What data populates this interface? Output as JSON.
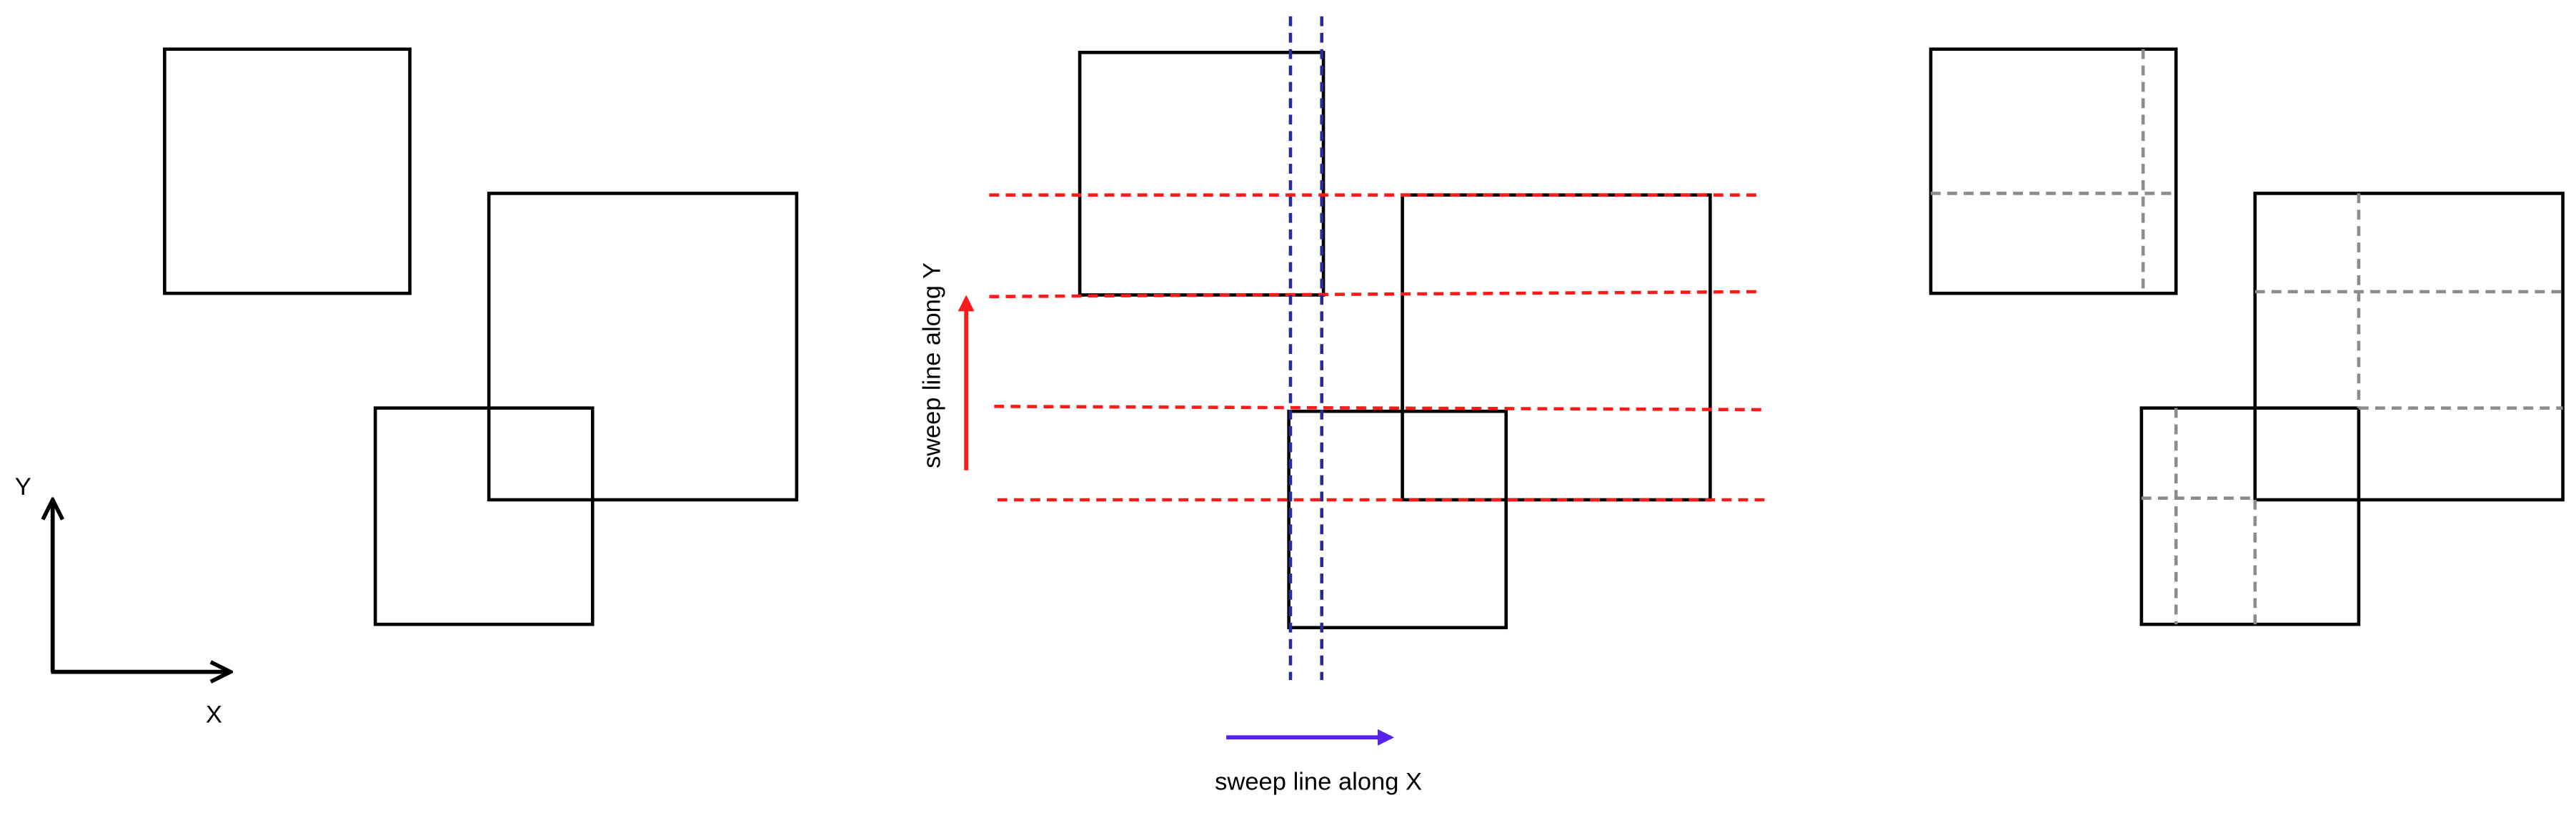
{
  "labels": {
    "axis_y": "Y",
    "axis_x": "X",
    "sweep_y": "sweep line along Y",
    "sweep_x": "sweep line along X"
  },
  "colors": {
    "outline": "#000000",
    "sweep_y": "#ff1a1a",
    "sweep_x": "#5522ee",
    "sweep_x_lines": "#2a2a9a",
    "cut_lines": "#8c8c8c"
  }
}
